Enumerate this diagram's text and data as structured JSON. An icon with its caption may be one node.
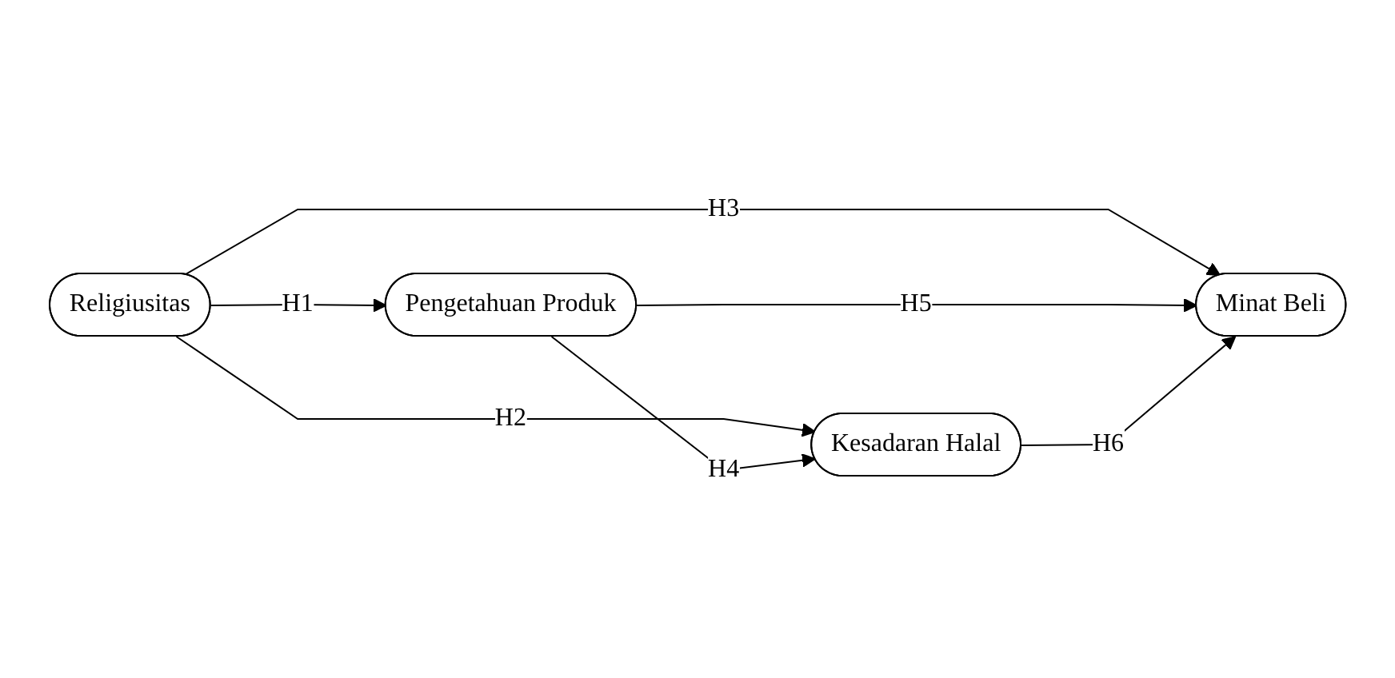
{
  "diagram": {
    "nodes": [
      {
        "text": [
          "Religiusitas"
        ]
      },
      {
        "text": [
          "Pengetahuan Produk"
        ]
      },
      {
        "text": [
          "Kesadaran Halal"
        ]
      },
      {
        "text": [
          "Minat Beli"
        ]
      }
    ],
    "edges": [
      {
        "from": 0,
        "to": 1,
        "arrow": "to",
        "label": "H1"
      },
      {
        "from": 0,
        "to": 2,
        "arrow": "to",
        "label": "H2"
      },
      {
        "from": 0,
        "to": 3,
        "arrow": "to",
        "label": "H3"
      },
      {
        "from": 1,
        "to": 2,
        "arrow": "to",
        "label": "H4"
      },
      {
        "from": 1,
        "to": 3,
        "arrow": "to",
        "label": "H5"
      },
      {
        "from": 2,
        "to": 3,
        "arrow": "to",
        "label": "H6"
      }
    ]
  }
}
